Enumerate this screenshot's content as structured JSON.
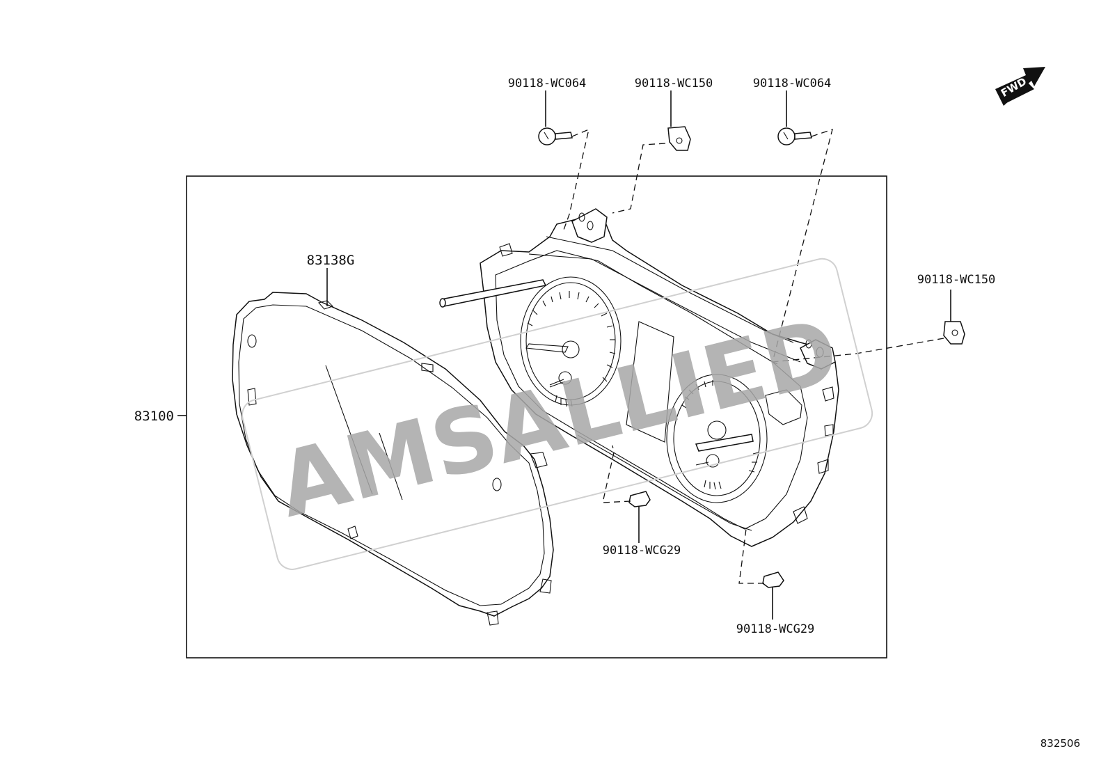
{
  "diagram": {
    "part_labels": {
      "screw_left": "90118-WC064",
      "clip_top": "90118-WC150",
      "screw_right": "90118-WC064",
      "clip_right": "90118-WC150",
      "lens": "83138G",
      "assembly": "83100",
      "clip_bottom_center": "90118-WCG29",
      "clip_bottom_right": "90118-WCG29"
    },
    "fwd_arrow": "FWD",
    "watermark": "AMSALLIED",
    "diagram_id": "832506"
  }
}
